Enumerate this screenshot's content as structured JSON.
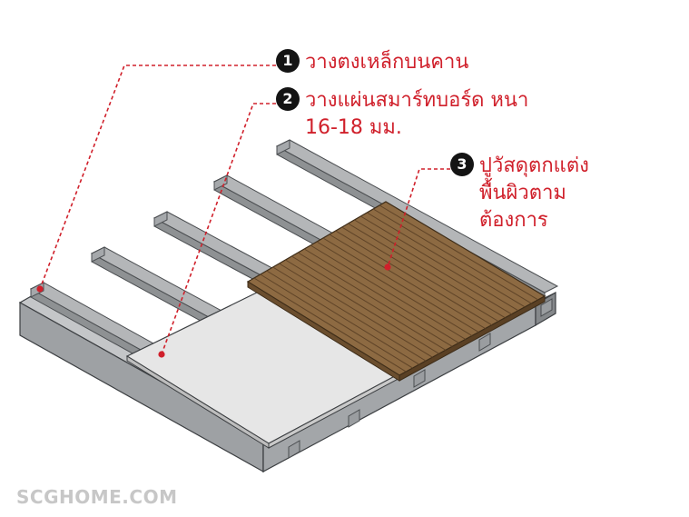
{
  "steps": [
    {
      "number": "1",
      "line1": "วางตงเหล็กบนคาน"
    },
    {
      "number": "2",
      "line1": "วางแผ่นสมาร์ทบอร์ด หนา",
      "line2": "16-18 มม."
    },
    {
      "number": "3",
      "line1": "ปูวัสดุตกแต่ง",
      "line2": "พื้นผิวตาม",
      "line3": "ต้องการ"
    }
  ],
  "watermark": "SCGHOME.COM",
  "colors": {
    "label_red": "#d0202b",
    "badge_black": "#141414",
    "steel_top": "#b4b6b8",
    "steel_side": "#8e9193",
    "steel_edge": "#4a4d50",
    "board": "#e6e6e6",
    "deck": "#8d6a42",
    "deck_groove": "#5e4327",
    "deck_edge": "#6b4e2e"
  }
}
